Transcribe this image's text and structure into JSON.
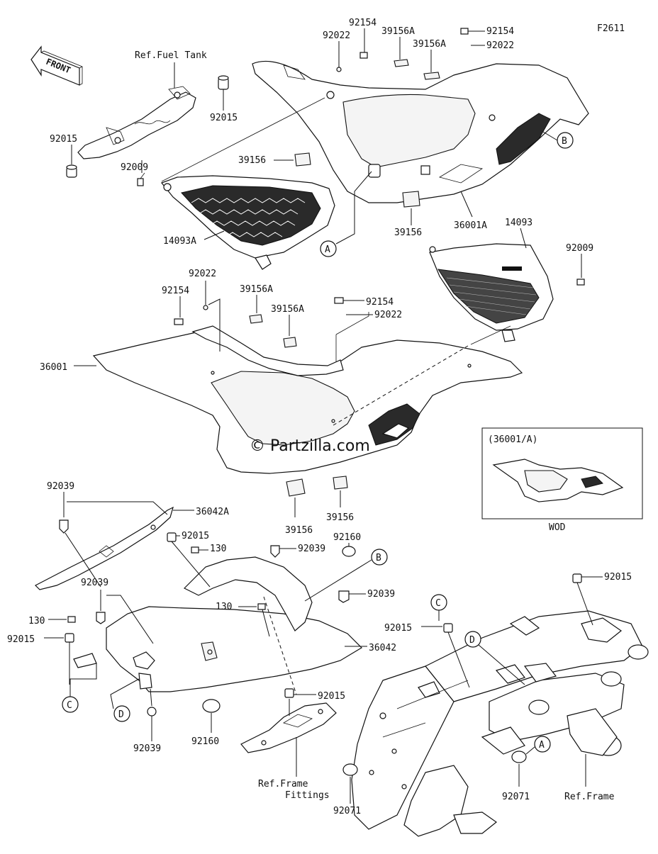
{
  "figure_code": "F2611",
  "front_label": "FRONT",
  "watermark": "© Partzilla.com",
  "inset": {
    "title": "(36001/A)",
    "caption": "WOD"
  },
  "circle_refs": {
    "A": "A",
    "B": "B",
    "C": "C",
    "D": "D"
  },
  "refs": {
    "fuel_tank": "Ref.Fuel Tank",
    "frame_fittings_1": "Ref.Frame",
    "frame_fittings_2": "Fittings",
    "frame": "Ref.Frame"
  },
  "parts": {
    "p92154": "92154",
    "p92022": "92022",
    "p39156A": "39156A",
    "p92015": "92015",
    "p39156": "39156",
    "p36001A": "36001A",
    "p14093": "14093",
    "p14093A": "14093A",
    "p92009": "92009",
    "p36001": "36001",
    "p92039": "92039",
    "p36042A": "36042A",
    "p130": "130",
    "p92160": "92160",
    "p36042": "36042",
    "p92071": "92071"
  }
}
